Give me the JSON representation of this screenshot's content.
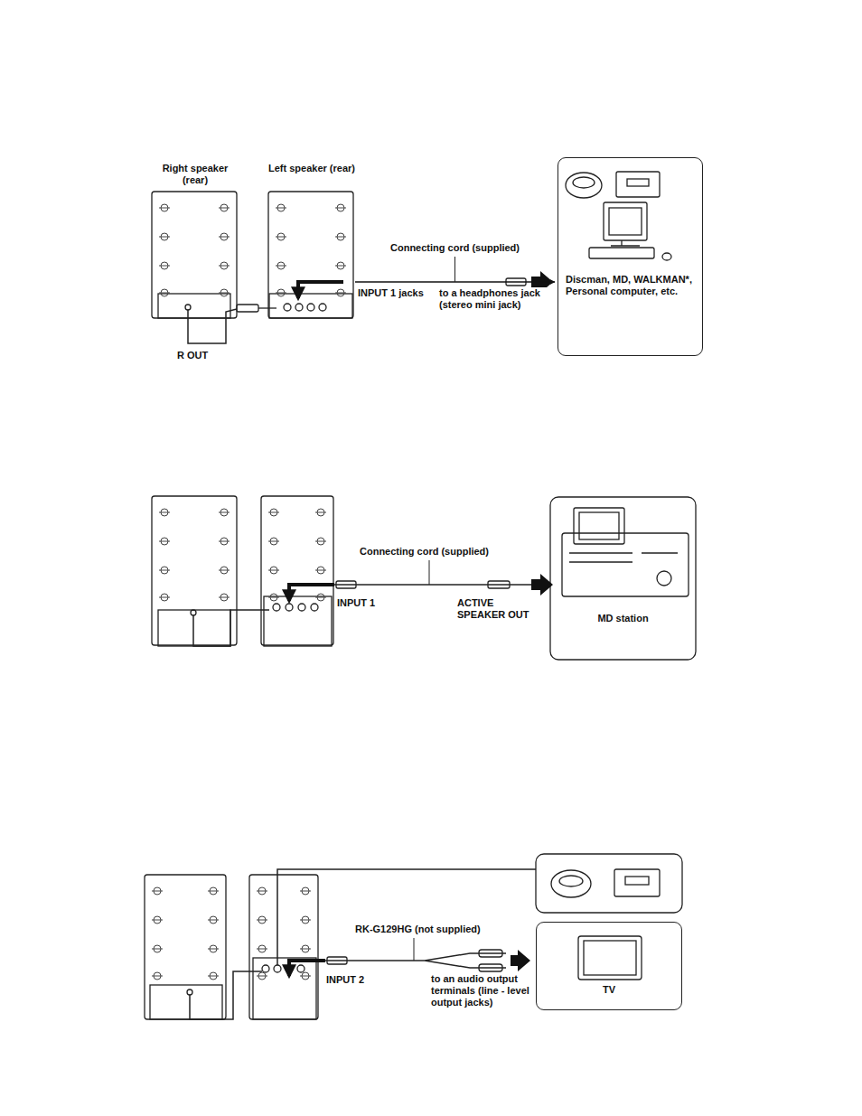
{
  "diagram": {
    "nodes": [
      {
        "text": [
          "Right speaker (rear)"
        ]
      },
      {
        "text": [
          "Left speaker (rear)"
        ]
      },
      {
        "text": [
          "Discman, MD, WALKMAN*, Personal computer, etc."
        ]
      },
      {
        "text": [
          "MD station"
        ]
      },
      {
        "text": [
          "TV"
        ]
      }
    ],
    "edges": [
      {
        "from": 1,
        "to": 2,
        "arrow": "to",
        "label": "Connecting cord (supplied)"
      }
    ],
    "labels": [
      "INPUT 1 jacks",
      "to a headphones jack (stereo mini jack)",
      "R OUT",
      "Connecting cord (supplied)",
      "INPUT 1",
      "ACTIVE SPEAKER OUT",
      "RK-G129HG (not supplied)",
      "INPUT 2",
      "to an audio output terminals (line - level output jacks)"
    ]
  }
}
